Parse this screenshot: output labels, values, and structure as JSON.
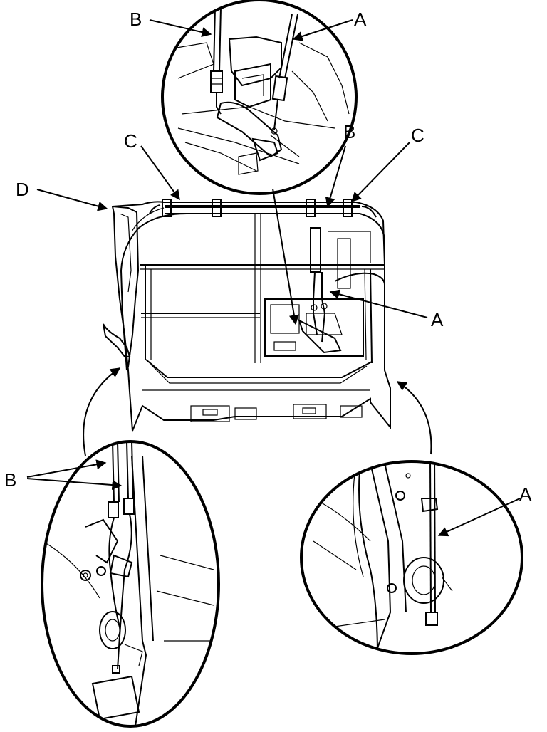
{
  "labels": {
    "B_top": "B",
    "A_top": "A",
    "C_left": "C",
    "B_mid": "B",
    "C_right": "C",
    "D": "D",
    "A_mid": "A",
    "B_left": "B",
    "A_right": "A"
  },
  "colors": {
    "line": "#000000",
    "background": "#ffffff"
  }
}
